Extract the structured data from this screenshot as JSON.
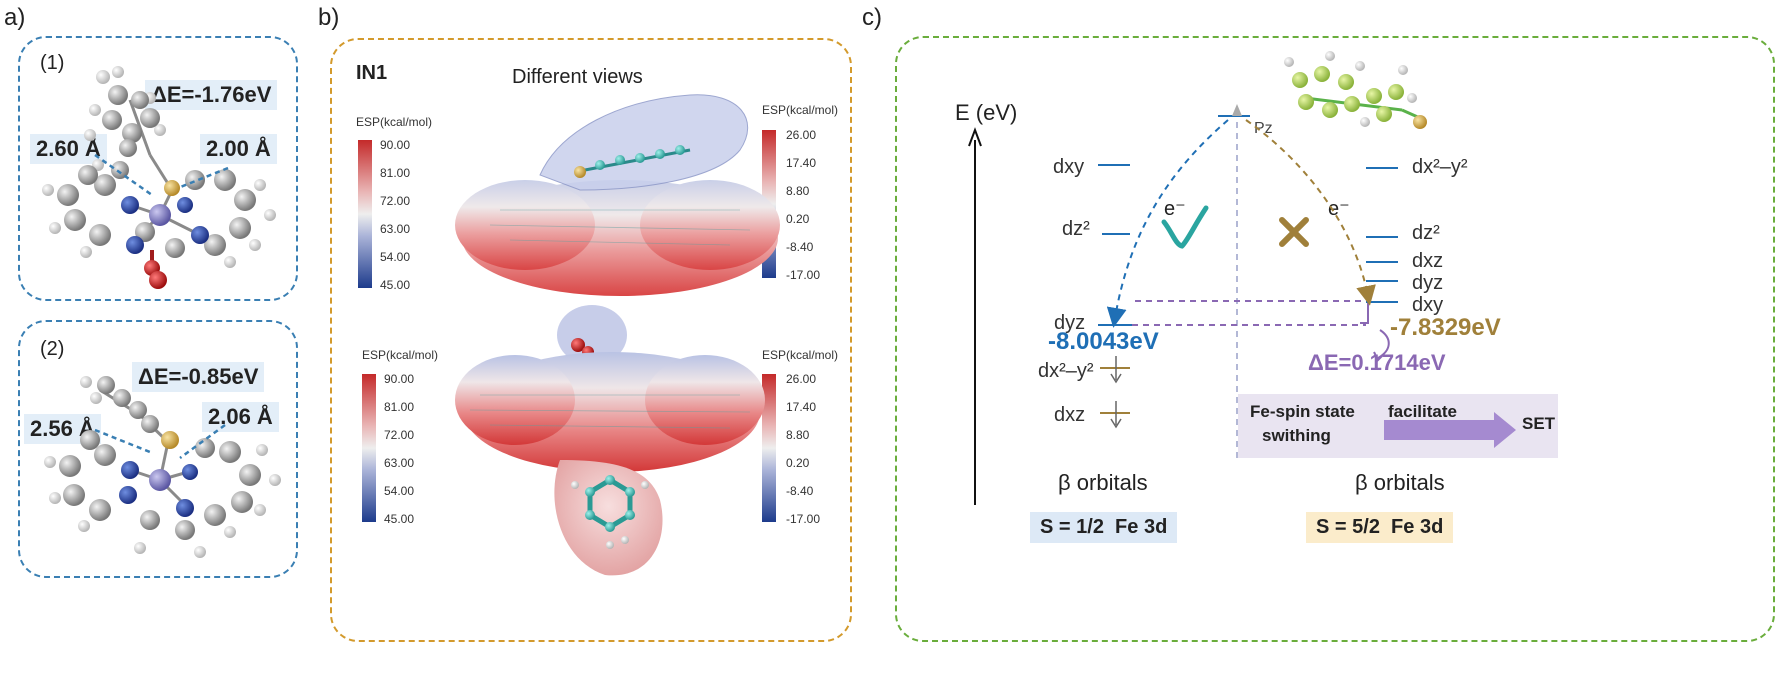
{
  "panel_a": {
    "label": "a)",
    "sub1": {
      "number": "(1)",
      "delta_e": "ΔE=-1.76eV",
      "dist_left": "2.60 Å",
      "dist_right": "2.00 Å"
    },
    "sub2": {
      "number": "(2)",
      "delta_e": "ΔE=-0.85eV",
      "dist_left": "2.56 Å",
      "dist_right": "2.06 Å"
    }
  },
  "panel_b": {
    "label": "b)",
    "name": "IN1",
    "title": "Different views",
    "colorbar_title": "ESP(kcal/mol)",
    "left_ticks": [
      "90.00",
      "81.00",
      "72.00",
      "63.00",
      "54.00",
      "45.00"
    ],
    "right_ticks": [
      "26.00",
      "17.40",
      "8.80",
      "0.20",
      "-8.40",
      "-17.00"
    ]
  },
  "panel_c": {
    "label": "c)",
    "axis_label": "E (eV)",
    "pz_label": "Pz",
    "electron": "e⁻",
    "left_orbitals": {
      "dxy": "dxy",
      "dz2": "dz²",
      "dyz": "dyz",
      "dx2y2": "dx²–y²",
      "dxz": "dxz"
    },
    "right_orbitals": {
      "dx2y2": "dx²–y²",
      "dz2": "dz²",
      "dxz": "dxz",
      "dyz": "dyz",
      "dxy": "dxy"
    },
    "left_energy": "-8.0043eV",
    "right_energy": "-7.8329eV",
    "delta_e": "ΔE=0.1714eV",
    "box_line1": "Fe-spin state",
    "box_line2": "swithing",
    "box_facilitate": "facilitate",
    "box_set": "SET",
    "beta_left": "β orbitals",
    "beta_right": "β orbitals",
    "spin_left": "S = 1/2  Fe 3d",
    "spin_right": "S = 5/2  Fe 3d"
  },
  "colors": {
    "blue_accent": "#1f6fb5",
    "gold_accent": "#a0803a",
    "purple_accent": "#8a68b3",
    "teal_check": "#2aa5a0"
  }
}
